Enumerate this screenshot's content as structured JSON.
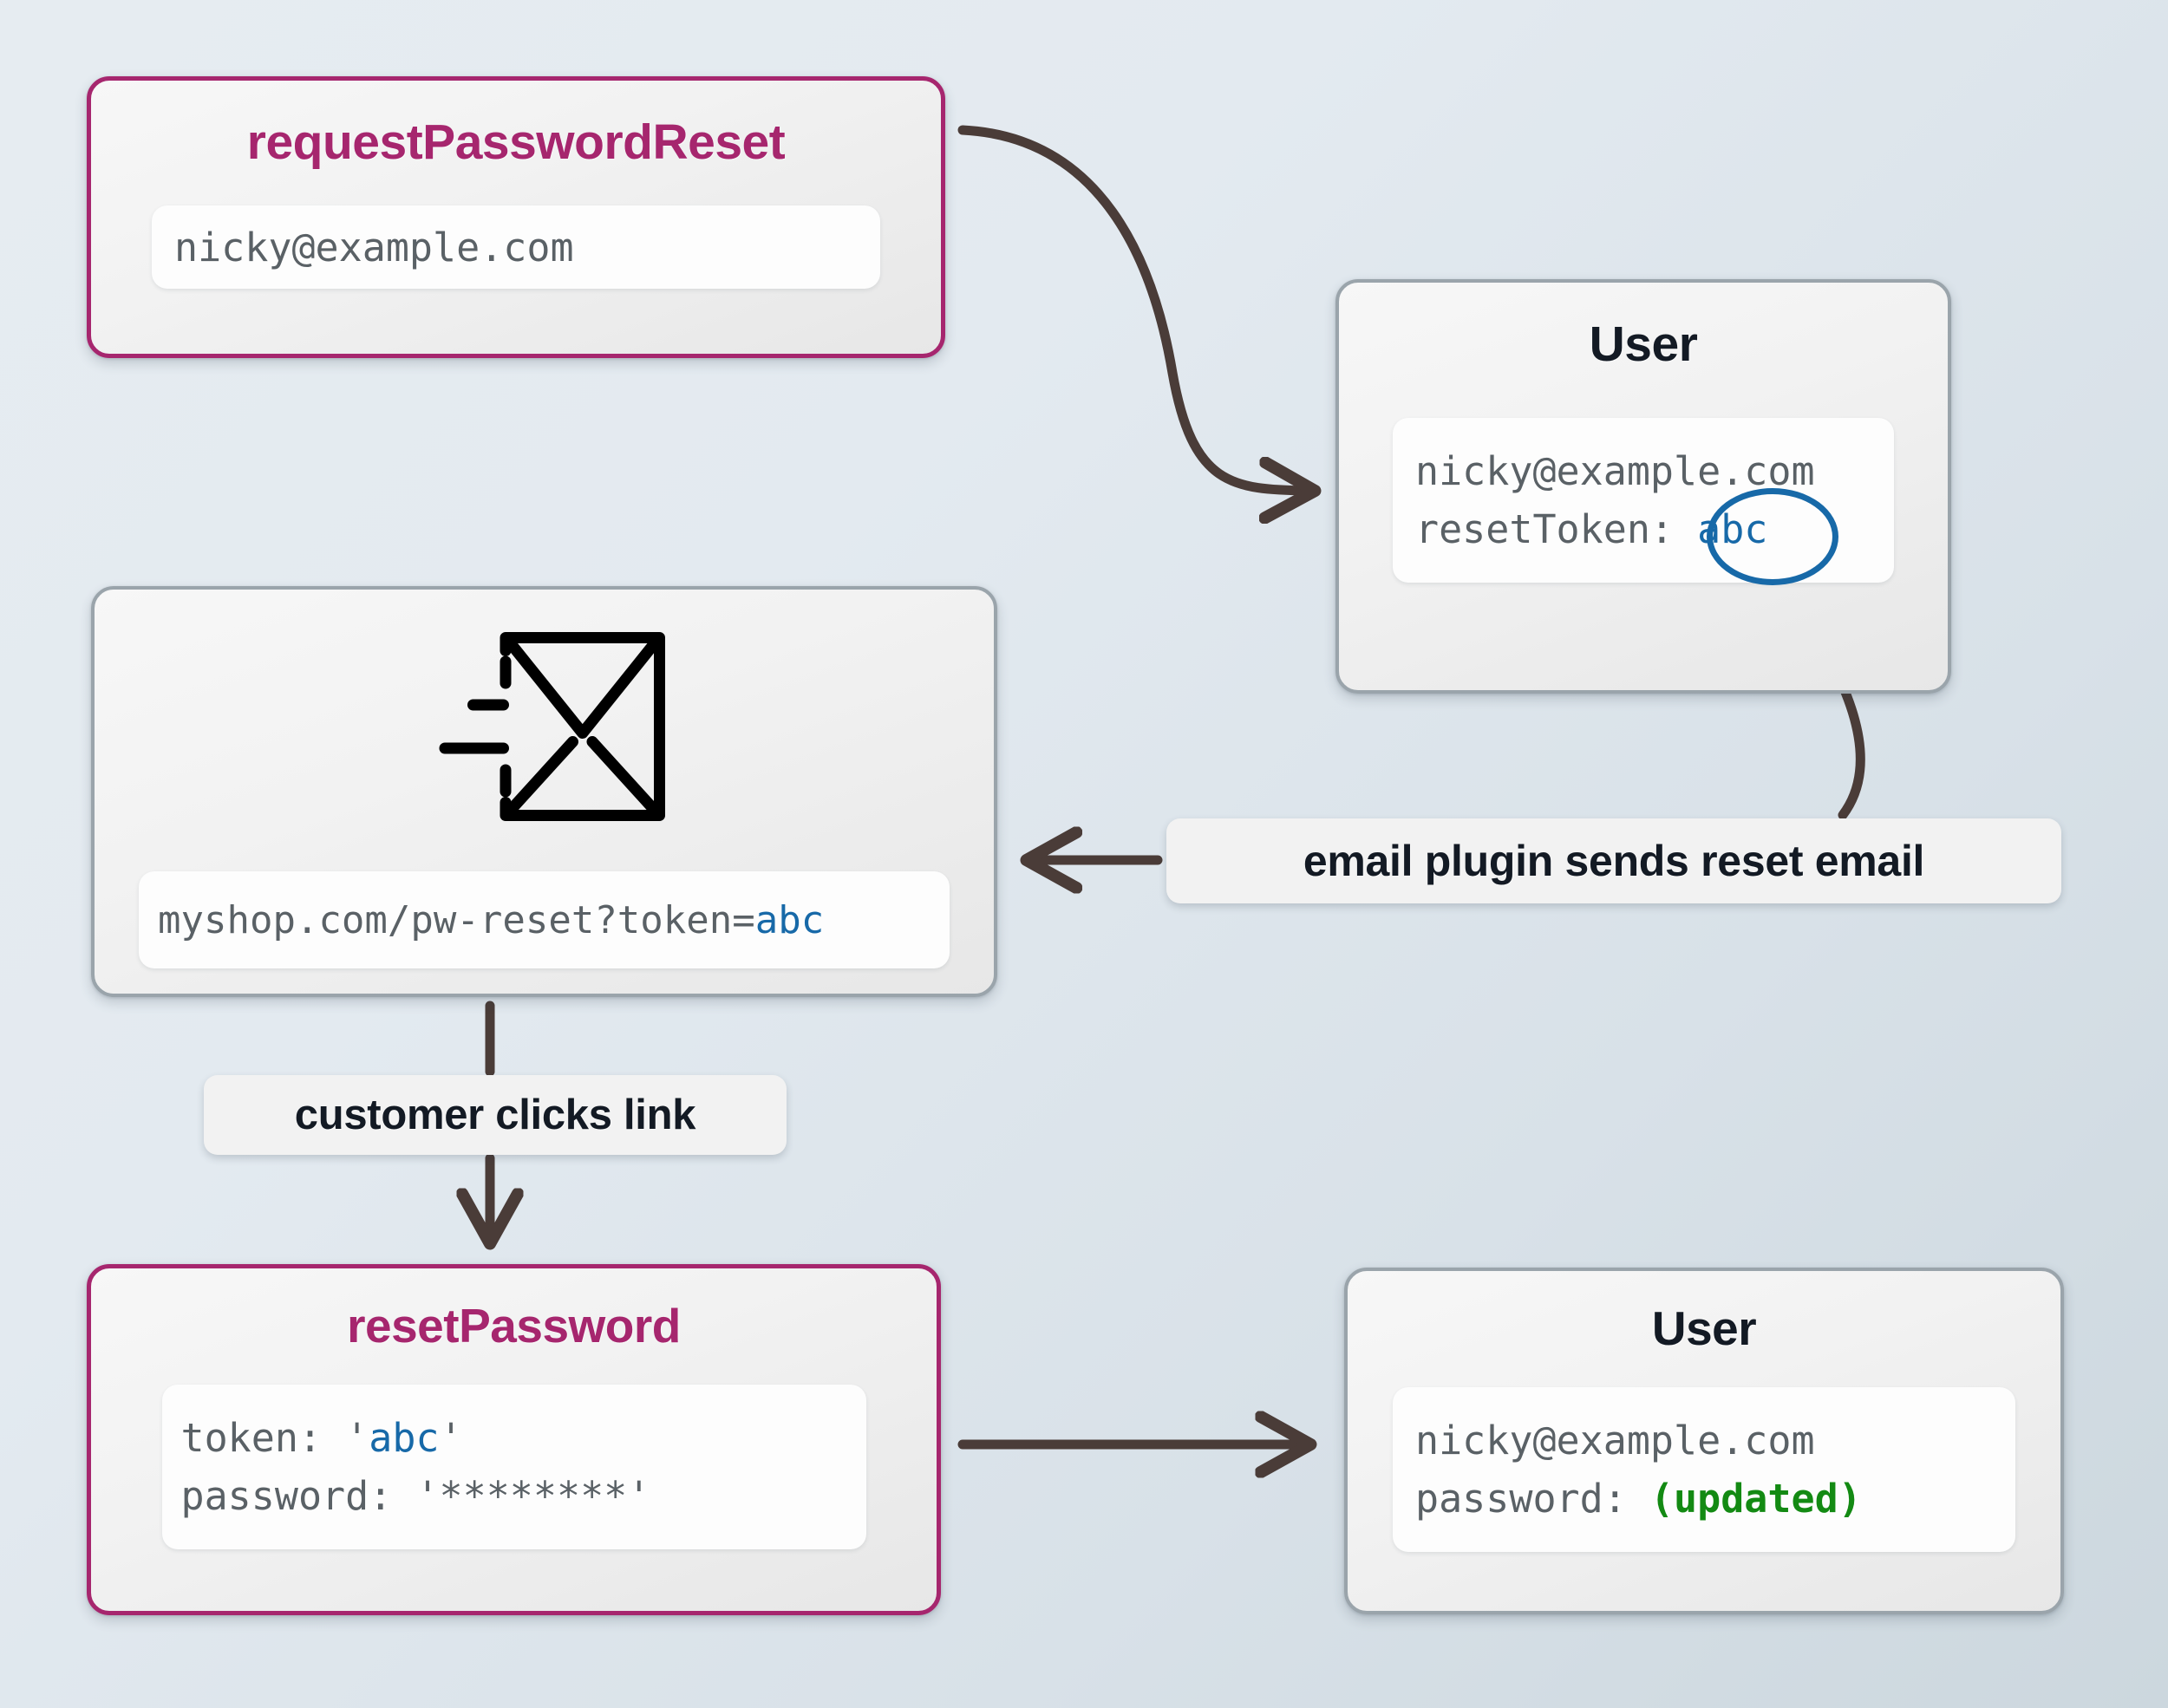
{
  "diagram": {
    "title": "password reset flow",
    "colors": {
      "accent_pink": "#a6266e",
      "token_blue": "#1769a8",
      "updated_green": "#138a13",
      "arrow": "#4a3c38",
      "node_border_gray": "#9aa4ab",
      "background_from": "#e6ecf1",
      "background_to": "#ccd7de"
    }
  },
  "nodes": {
    "request_password_reset": {
      "title": "requestPasswordReset",
      "field": {
        "email": "nicky@example.com"
      }
    },
    "user_top": {
      "title": "User",
      "field": {
        "email": "nicky@example.com",
        "reset_token_label": "resetToken:",
        "reset_token_value": "abc"
      }
    },
    "email_message": {
      "icon": "send-email-icon",
      "field": {
        "url_base": "myshop.com/pw-reset?token=",
        "url_token": "abc"
      }
    },
    "reset_password": {
      "title": "resetPassword",
      "field": {
        "token_label": "token:",
        "token_open_quote": "'",
        "token_value": "abc",
        "token_close_quote": "'",
        "password_label": "password:",
        "password_value": "'********'"
      }
    },
    "user_bottom": {
      "title": "User",
      "field": {
        "email": "nicky@example.com",
        "password_label": "password:",
        "password_value": "(updated)"
      }
    }
  },
  "edges": {
    "request_to_user": {
      "label": ""
    },
    "user_to_email_plugin": {
      "label": "email plugin sends reset email"
    },
    "email_to_reset": {
      "label": "customer clicks link"
    },
    "reset_to_user": {
      "label": ""
    }
  }
}
